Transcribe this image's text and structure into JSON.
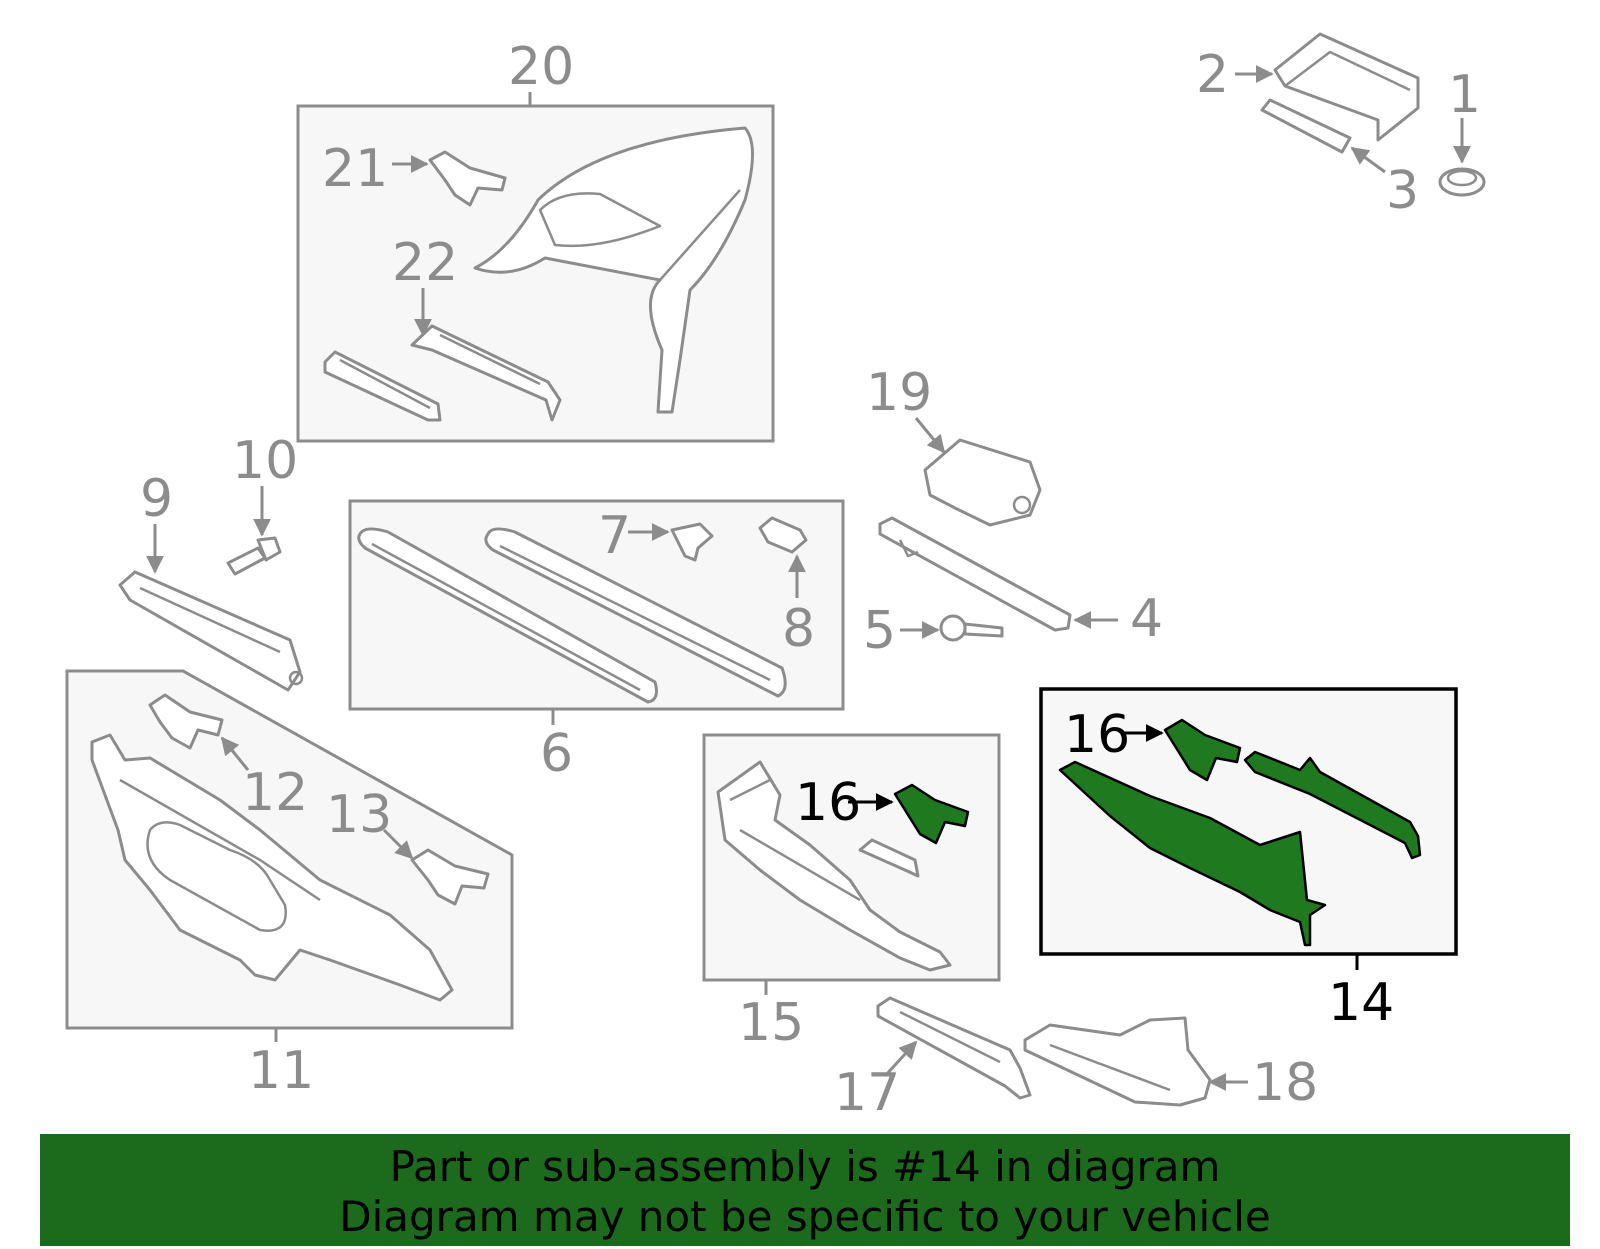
{
  "callouts": {
    "c1": "1",
    "c2": "2",
    "c3": "3",
    "c4": "4",
    "c5": "5",
    "c6": "6",
    "c7": "7",
    "c8": "8",
    "c9": "9",
    "c10": "10",
    "c11": "11",
    "c12": "12",
    "c13": "13",
    "c14": "14",
    "c15": "15",
    "c16a": "16",
    "c16b": "16",
    "c17": "17",
    "c18": "18",
    "c19": "19",
    "c20": "20",
    "c21": "21",
    "c22": "22"
  },
  "highlight": {
    "part_number": "14",
    "color": "#1f7a1f"
  },
  "banner": {
    "line1": "Part or sub-assembly is #14 in diagram",
    "line2": "Diagram may not be specific to your vehicle",
    "background": "#1c6b1c"
  }
}
